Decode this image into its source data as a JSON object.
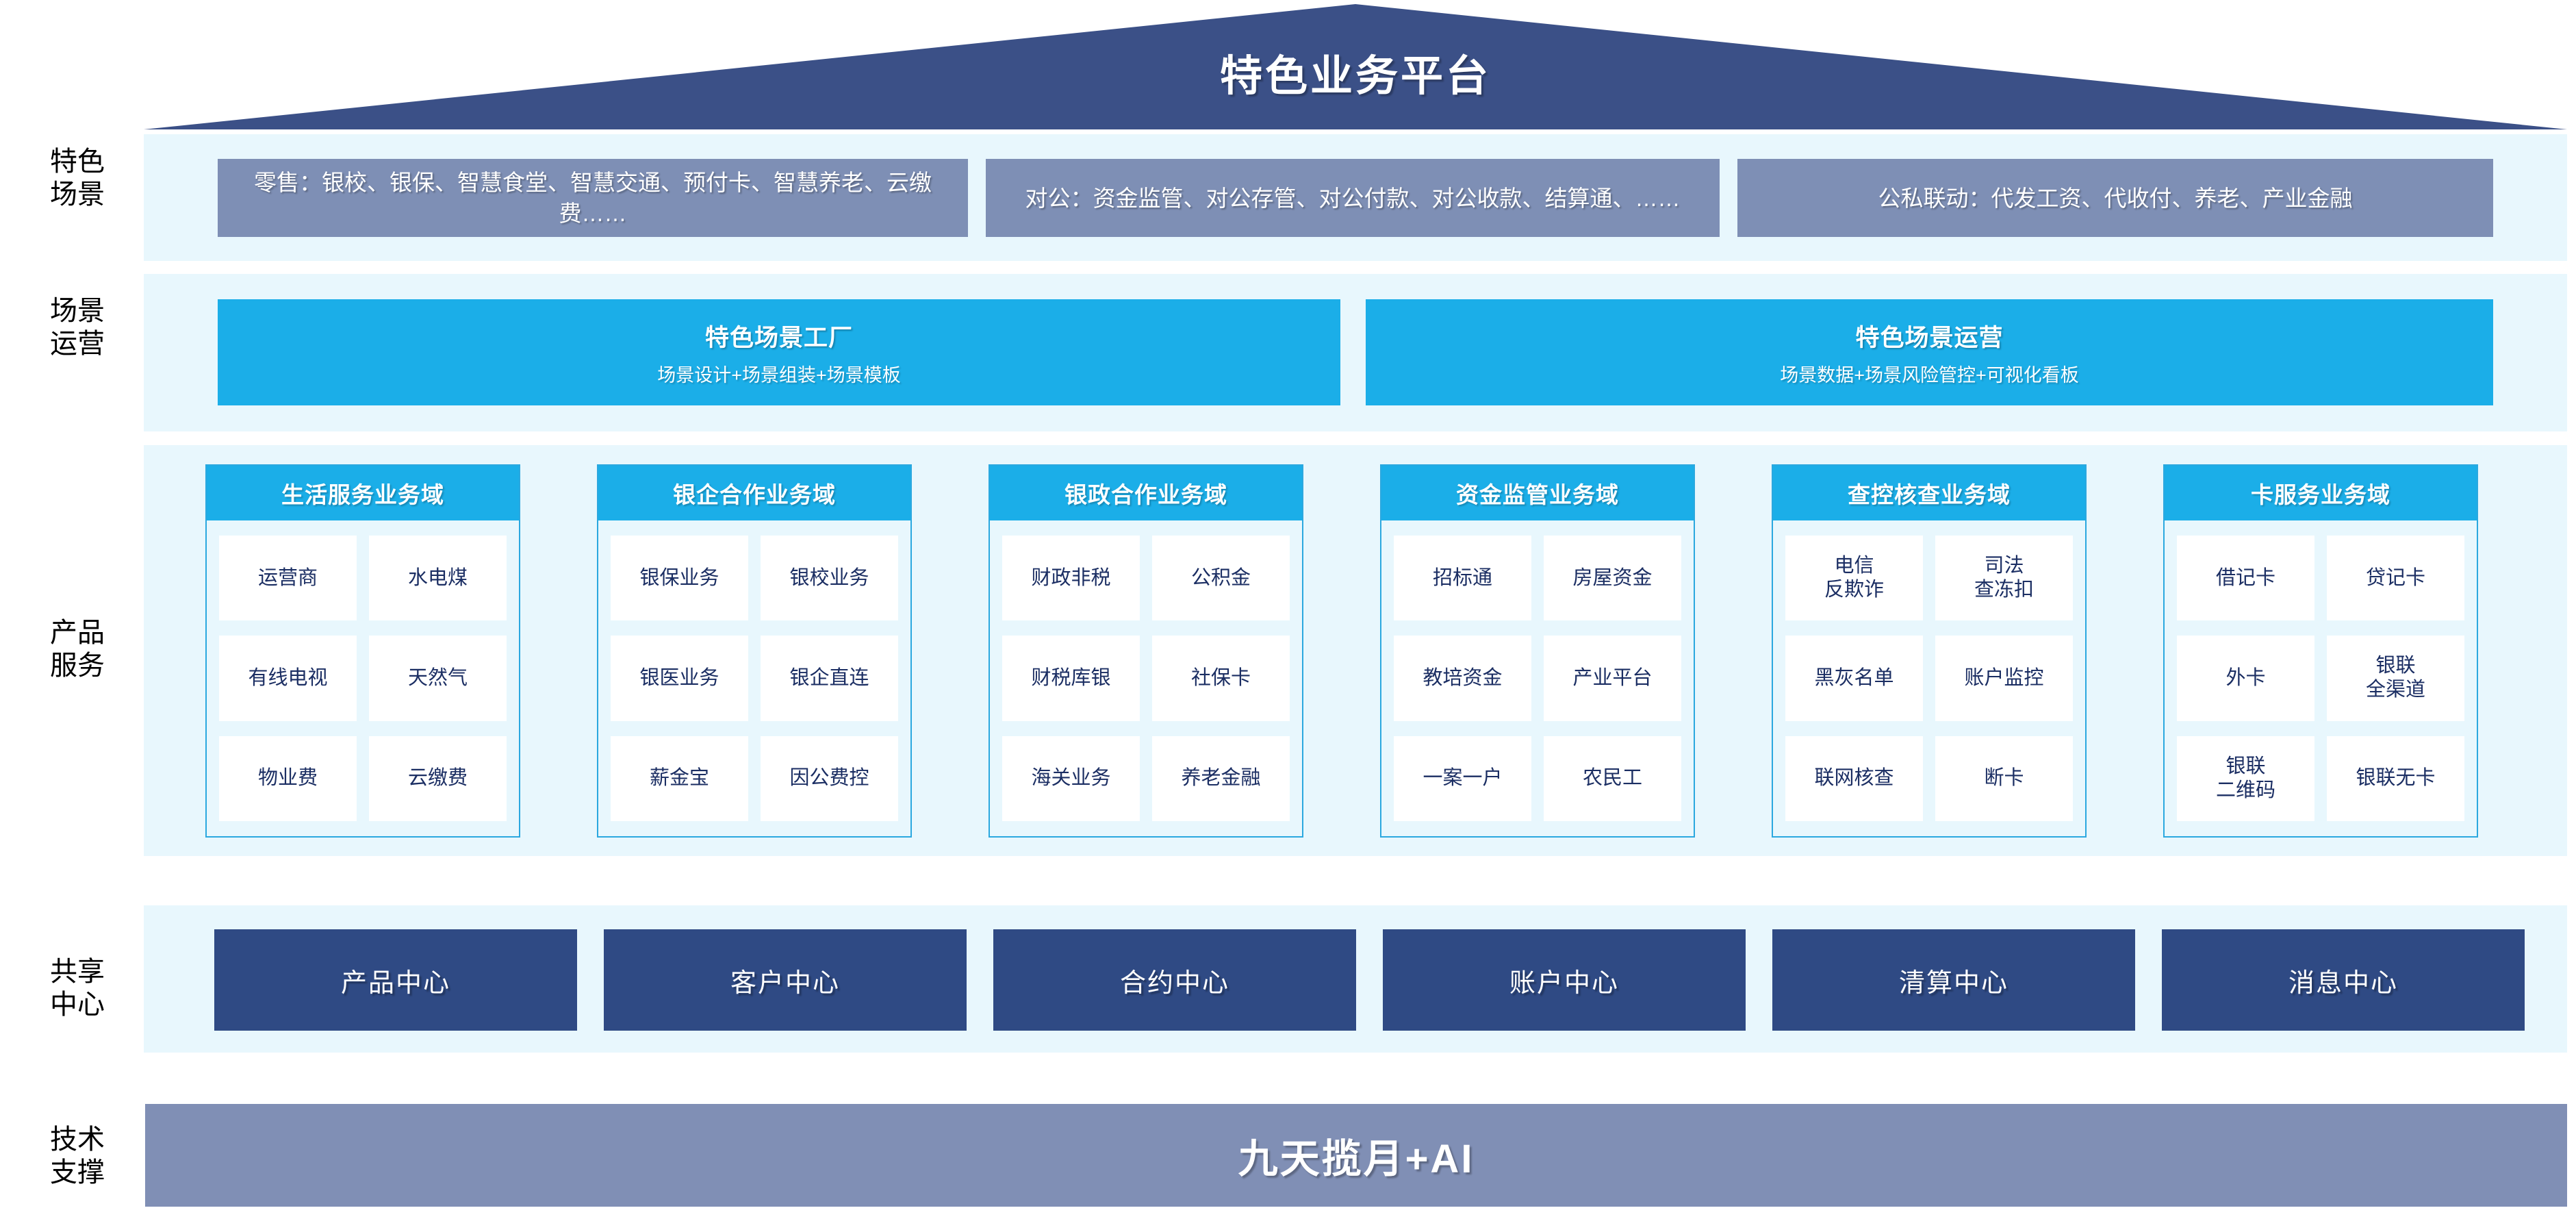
{
  "header": {
    "title": "特色业务平台",
    "color": "#3B5087"
  },
  "row_labels": {
    "scenes": "特色\n场景",
    "operation": "场景\n运营",
    "products": "产品\n服务",
    "shared": "共享\n中心",
    "tech": "技术\n支撑"
  },
  "scenes": {
    "boxes": [
      {
        "text": "零售：银校、银保、智慧食堂、智慧交通、预付卡、智慧养老、云缴费……"
      },
      {
        "text": "对公：资金监管、对公存管、对公付款、对公收款、结算通、……"
      },
      {
        "text": "公私联动：代发工资、代收付、养老、产业金融"
      }
    ],
    "box_color": "#7E8FB5"
  },
  "operation": {
    "bars": [
      {
        "title": "特色场景工厂",
        "subtitle": "场景设计+场景组装+场景模板"
      },
      {
        "title": "特色场景运营",
        "subtitle": "场景数据+场景风险管控+可视化看板"
      }
    ],
    "bar_color": "#1BAEE8"
  },
  "products": {
    "accent_color": "#1BAEE8",
    "domains": [
      {
        "title": "生活服务业务域",
        "items": [
          "运营商",
          "水电煤",
          "有线电视",
          "天然气",
          "物业费",
          "云缴费"
        ]
      },
      {
        "title": "银企合作业务域",
        "items": [
          "银保业务",
          "银校业务",
          "银医业务",
          "银企直连",
          "薪金宝",
          "因公费控"
        ]
      },
      {
        "title": "银政合作业务域",
        "items": [
          "财政非税",
          "公积金",
          "财税库银",
          "社保卡",
          "海关业务",
          "养老金融"
        ]
      },
      {
        "title": "资金监管业务域",
        "items": [
          "招标通",
          "房屋资金",
          "教培资金",
          "产业平台",
          "一案一户",
          "农民工"
        ]
      },
      {
        "title": "查控核查业务域",
        "items": [
          "电信\n反欺诈",
          "司法\n查冻扣",
          "黑灰名单",
          "账户监控",
          "联网核查",
          "断卡"
        ]
      },
      {
        "title": "卡服务业务域",
        "items": [
          "借记卡",
          "贷记卡",
          "外卡",
          "银联\n全渠道",
          "银联\n二维码",
          "银联无卡"
        ]
      }
    ]
  },
  "shared": {
    "centers": [
      "产品中心",
      "客户中心",
      "合约中心",
      "账户中心",
      "清算中心",
      "消息中心"
    ],
    "color": "#2F4A84"
  },
  "tech": {
    "label": "九天揽月+AI",
    "color": "#808FB5"
  }
}
